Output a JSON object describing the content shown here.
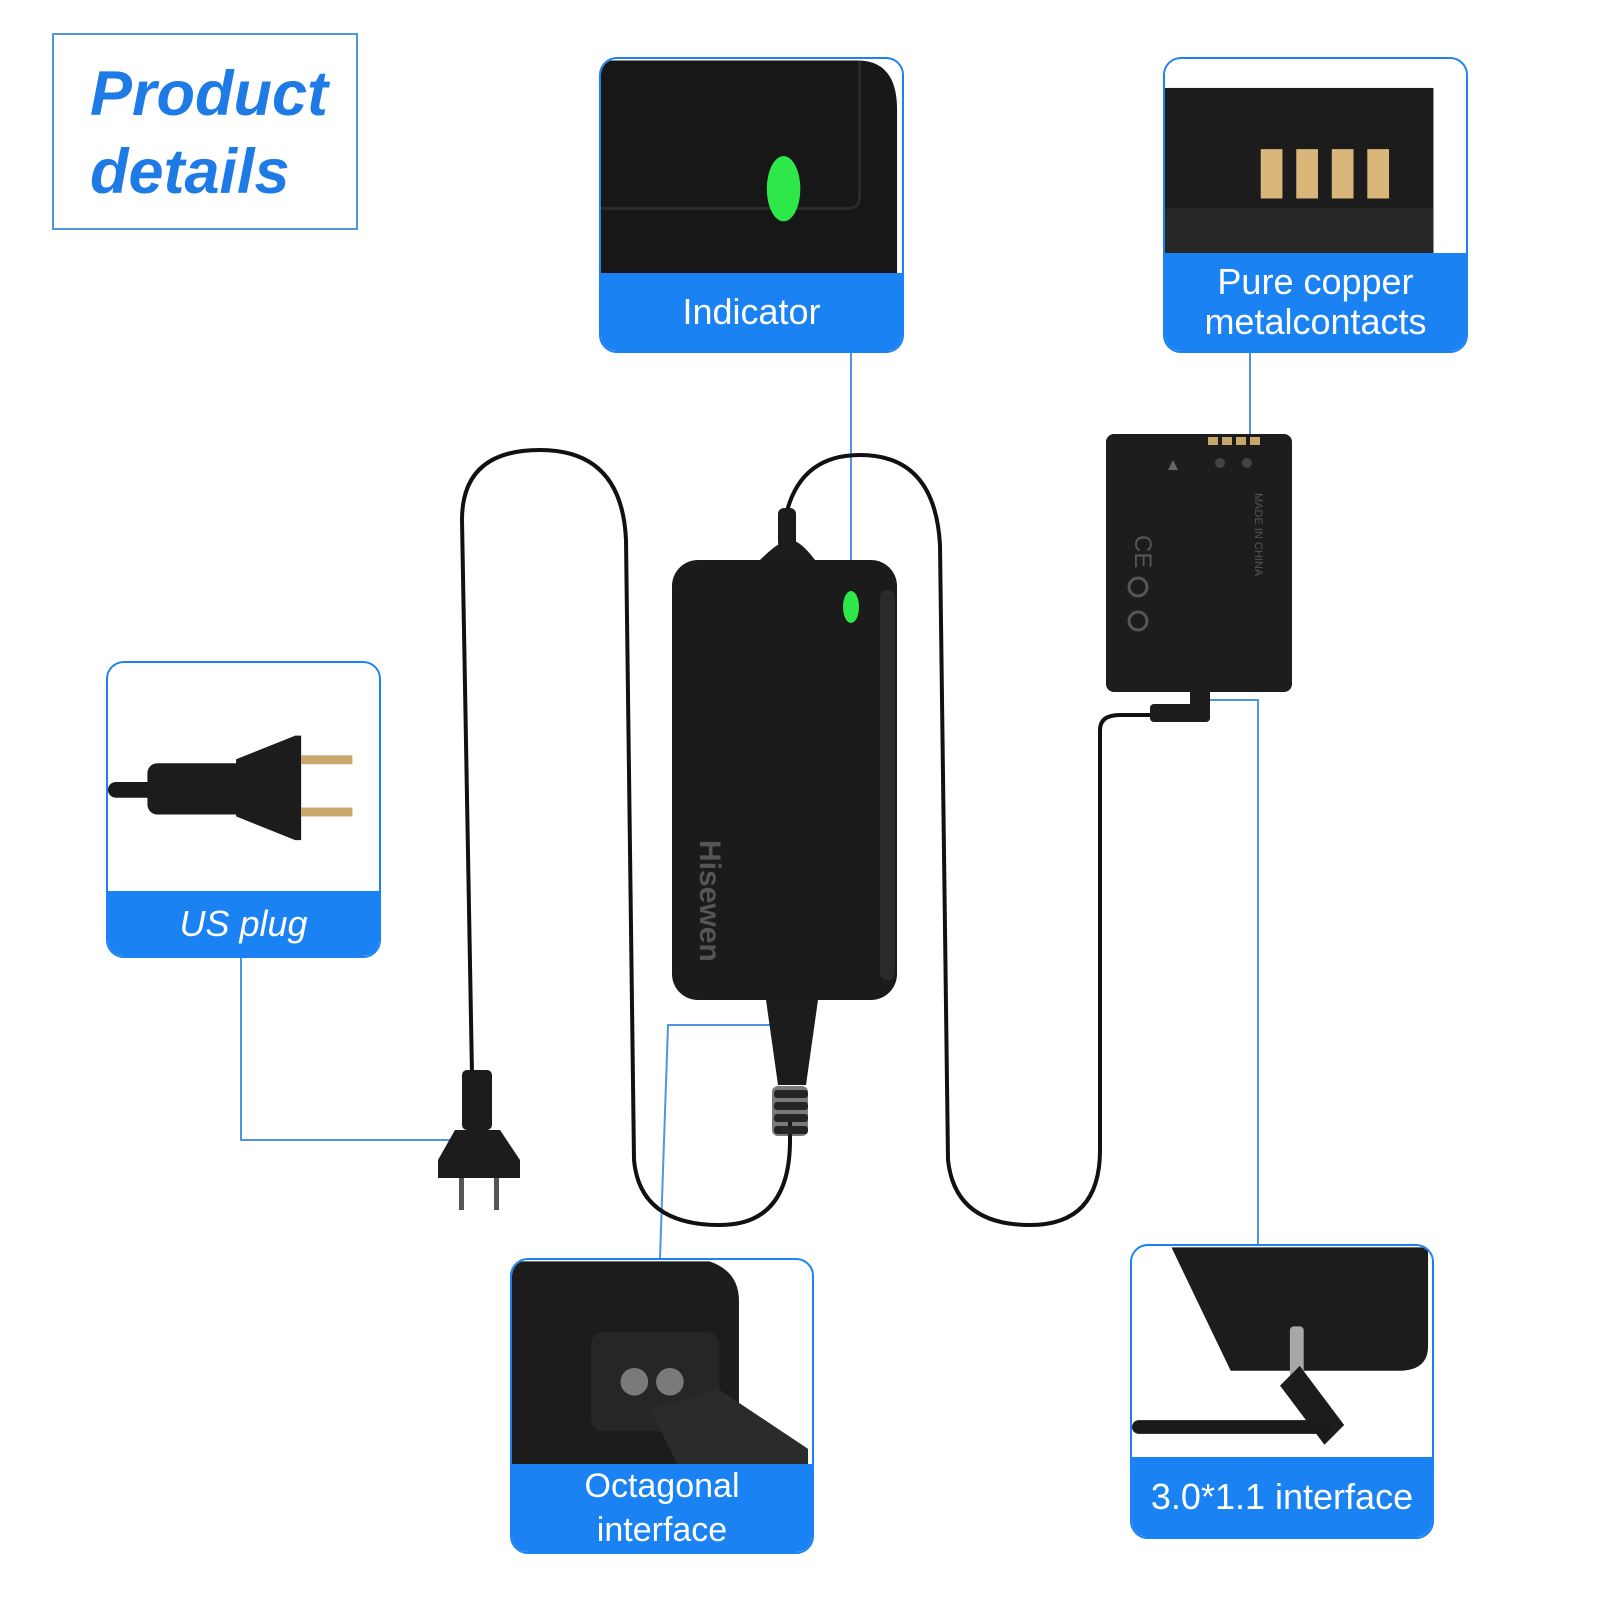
{
  "title": "Product\ndetails",
  "brand": "Hisewen",
  "battery_text": "MADE IN CHINA",
  "callouts": {
    "indicator": "Indicator",
    "contacts": "Pure copper\nmetalcontacts",
    "us_plug": "US plug",
    "octagonal": "Octagonal\ninterface",
    "dc_interface": "3.0*1.1 interface"
  },
  "colors": {
    "accent_blue": "#1a82f2",
    "led_green": "#2ee84a",
    "device_black": "#1b1b1b"
  }
}
